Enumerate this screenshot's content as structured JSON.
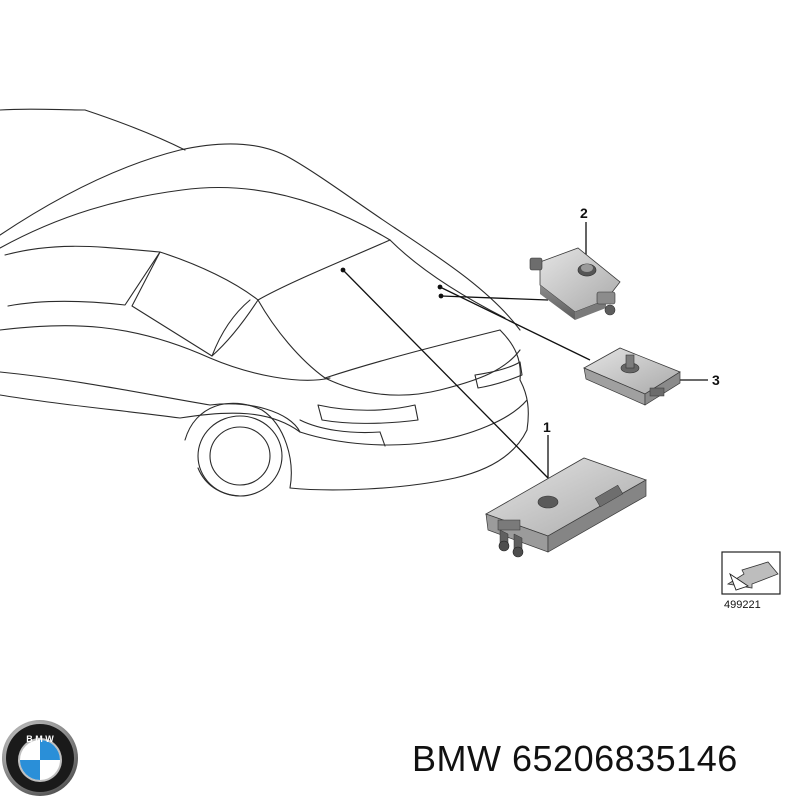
{
  "diagram": {
    "callouts": [
      {
        "id": "1",
        "label": "1"
      },
      {
        "id": "2",
        "label": "2"
      },
      {
        "id": "3",
        "label": "3"
      }
    ],
    "reference_code": "499221"
  },
  "caption": {
    "brand": "BMW",
    "part_number": "65206835146"
  },
  "logo": {
    "letters": "BMW",
    "colors": {
      "blue": "#2a8fd8",
      "white": "#ffffff",
      "ring": "#1a1a1a",
      "chrome": "#9a9a9a"
    }
  }
}
